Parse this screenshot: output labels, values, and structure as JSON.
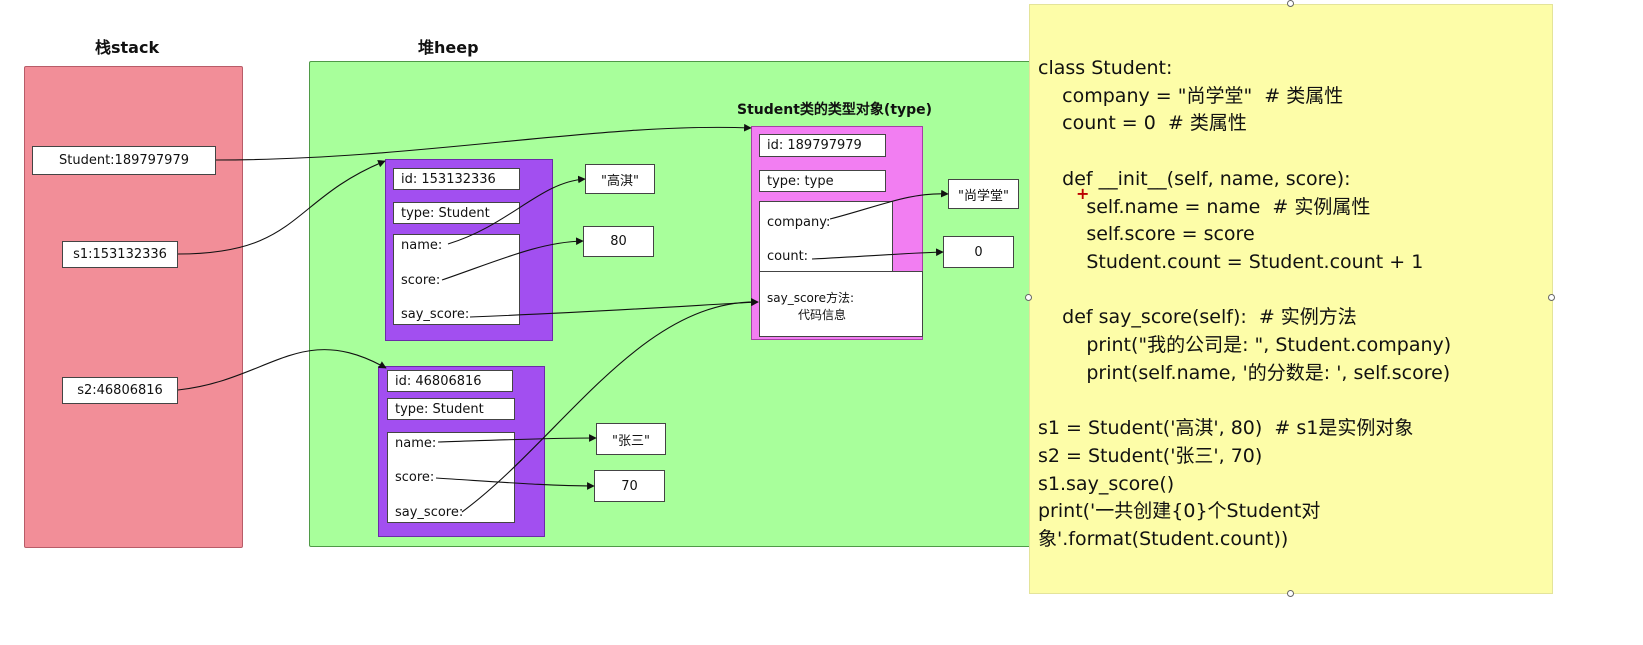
{
  "stack": {
    "title": "栈stack",
    "items": [
      "Student:189797979",
      "s1:153132336",
      "s2:46806816"
    ]
  },
  "heap": {
    "title": "堆heep",
    "type_object": {
      "title": "Student类的类型对象(type)",
      "id": "id: 189797979",
      "type": "type: type",
      "company_label": "company:",
      "count_label": "count:",
      "method_line1": "say_score方法:",
      "method_line2": "代码信息"
    },
    "s1_object": {
      "id": "id: 153132336",
      "type": "type: Student",
      "name_label": "name:",
      "score_label": "score:",
      "say_score_label": "say_score:"
    },
    "s2_object": {
      "id": "id: 46806816",
      "type": "type: Student",
      "name_label": "name:",
      "score_label": "score:",
      "say_score_label": "say_score:"
    },
    "values": {
      "gaoqi": "\"高淇\"",
      "eighty": "80",
      "shangxuetang": "\"尚学堂\"",
      "zero": "0",
      "zhangsan": "\"张三\"",
      "seventy": "70"
    }
  },
  "code": {
    "text": "class Student:\n    company = \"尚学堂\"  # 类属性\n    count = 0  # 类属性\n\n    def __init__(self, name, score):\n        self.name = name  # 实例属性\n        self.score = score\n        Student.count = Student.count + 1\n\n    def say_score(self):  # 实例方法\n        print(\"我的公司是: \", Student.company)\n        print(self.name, '的分数是: ', self.score)\n\ns1 = Student('高淇', 80)  # s1是实例对象\ns2 = Student('张三', 70)\ns1.say_score()\nprint('一共创建{0}个Student对\n象'.format(Student.count))"
  },
  "colors": {
    "stack": "#f28e98",
    "heap": "#a8ff9b",
    "instance": "#a24ff0",
    "type_object": "#f27ef2",
    "code_bg": "#fdfda8"
  }
}
